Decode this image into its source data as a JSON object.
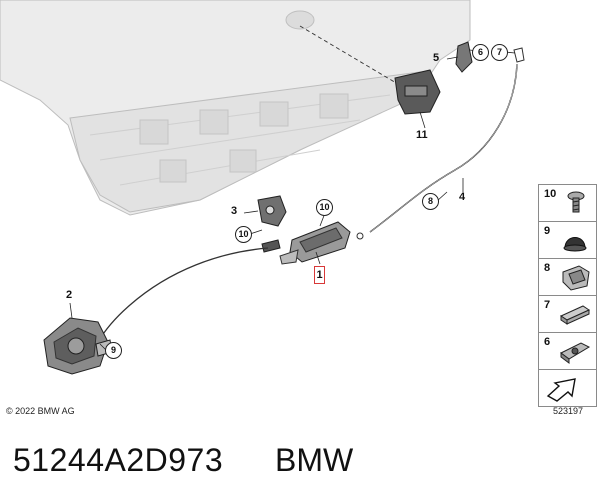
{
  "diagram": {
    "callouts": [
      {
        "id": "1",
        "style": "boxed-red"
      },
      {
        "id": "2",
        "style": "plain"
      },
      {
        "id": "3",
        "style": "plain"
      },
      {
        "id": "4",
        "style": "plain"
      },
      {
        "id": "5",
        "style": "plain"
      },
      {
        "id": "6",
        "style": "circled"
      },
      {
        "id": "7",
        "style": "circled"
      },
      {
        "id": "8",
        "style": "circled"
      },
      {
        "id": "9",
        "style": "circled"
      },
      {
        "id": "10",
        "style": "circled"
      },
      {
        "id": "10",
        "style": "circled"
      },
      {
        "id": "11",
        "style": "plain"
      }
    ],
    "legend": [
      {
        "id": "10",
        "icon": "screw-icon"
      },
      {
        "id": "9",
        "icon": "rubber-cap-icon"
      },
      {
        "id": "8",
        "icon": "cable-clip-icon"
      },
      {
        "id": "7",
        "icon": "spring-nut-icon"
      },
      {
        "id": "6",
        "icon": "clip-nut-icon"
      },
      {
        "id": "",
        "icon": "arrow-icon"
      }
    ],
    "highlight_color": "#d83838"
  },
  "footer": {
    "copyright": "© 2022 BMW AG",
    "diagram_number": "523197"
  },
  "caption": {
    "part_number": "51244A2D973",
    "brand": "BMW"
  }
}
